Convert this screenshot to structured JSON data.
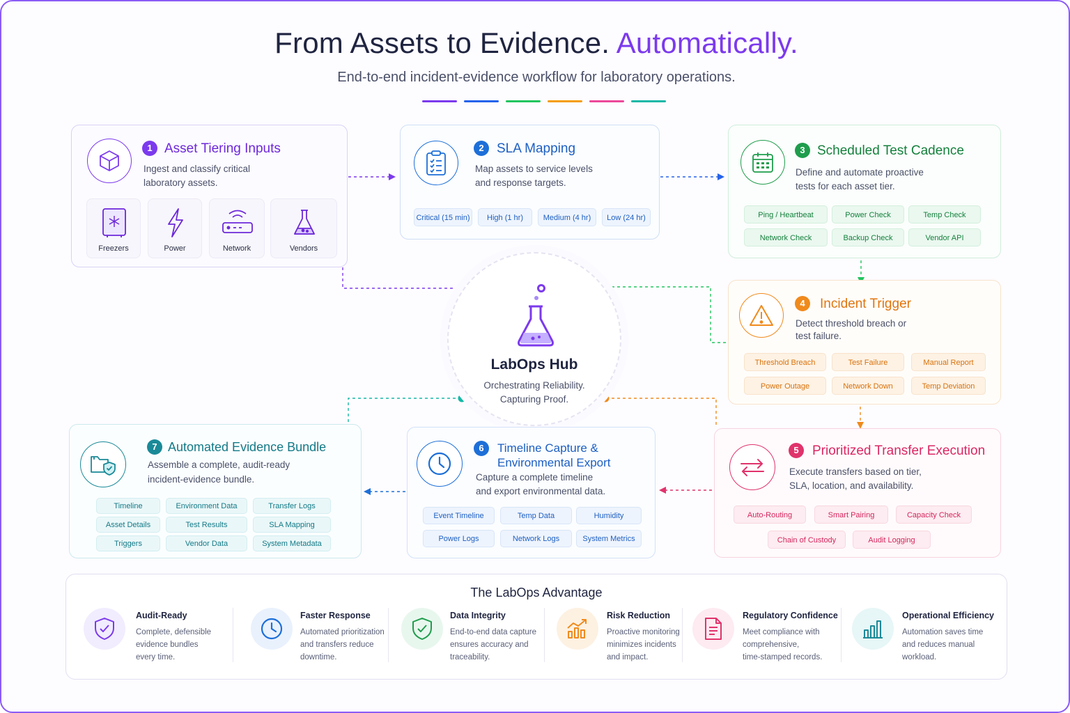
{
  "header": {
    "title_main": "From Assets to Evidence.",
    "title_accent": "Automatically.",
    "subtitle": "End-to-end incident-evidence workflow for laboratory operations.",
    "swatch_colors": [
      "#7c3aed",
      "#2563eb",
      "#22c55e",
      "#f59e0b",
      "#ec4899",
      "#14b8a6"
    ]
  },
  "colors": {
    "purple": "#7c3aed",
    "blue": "#1d6fd8",
    "green": "#1f9d4c",
    "orange": "#f08a1c",
    "pink": "#e0336c",
    "teal": "#1a8a98"
  },
  "hub": {
    "icon": "flask-icon",
    "title": "LabOps Hub",
    "line1": "Orchestrating Reliability.",
    "line2": "Capturing Proof."
  },
  "steps": {
    "asset_tiering": {
      "number": "1",
      "title": "Asset Tiering Inputs",
      "desc_line1": "Ingest and classify critical",
      "desc_line2": "laboratory assets.",
      "icon": "cube-icon",
      "tiles": [
        {
          "label": "Freezers",
          "icon": "freezer-icon"
        },
        {
          "label": "Power",
          "icon": "bolt-icon"
        },
        {
          "label": "Network",
          "icon": "router-icon"
        },
        {
          "label": "Vendors",
          "icon": "flask-icon"
        }
      ]
    },
    "sla_mapping": {
      "number": "2",
      "title": "SLA Mapping",
      "desc_line1": "Map assets to service levels",
      "desc_line2": "and response targets.",
      "icon": "clipboard-icon",
      "chips": [
        "Critical (15 min)",
        "High (1 hr)",
        "Medium (4 hr)",
        "Low (24 hr)"
      ]
    },
    "test_cadence": {
      "number": "3",
      "title": "Scheduled Test Cadence",
      "desc_line1": "Define and automate proactive",
      "desc_line2": "tests for each asset tier.",
      "icon": "calendar-icon",
      "chips": [
        "Ping / Heartbeat",
        "Power Check",
        "Temp Check",
        "Network Check",
        "Backup Check",
        "Vendor API"
      ]
    },
    "incident_trigger": {
      "number": "4",
      "title": "Incident Trigger",
      "desc_line1": "Detect threshold breach or",
      "desc_line2": "test failure.",
      "icon": "warning-icon",
      "chips": [
        "Threshold Breach",
        "Test Failure",
        "Manual Report",
        "Power Outage",
        "Network Down",
        "Temp Deviation"
      ]
    },
    "transfer_execution": {
      "number": "5",
      "title": "Prioritized Transfer Execution",
      "desc_line1": "Execute transfers based on tier,",
      "desc_line2": "SLA, location, and availability.",
      "icon": "transfer-arrows-icon",
      "chips": [
        "Auto-Routing",
        "Smart Pairing",
        "Capacity Check",
        "Chain of Custody",
        "Audit Logging"
      ]
    },
    "timeline_capture": {
      "number": "6",
      "title_line1": "Timeline Capture &",
      "title_line2": "Environmental Export",
      "desc_line1": "Capture a complete timeline",
      "desc_line2": "and export environmental data.",
      "icon": "clock-icon",
      "chips": [
        "Event Timeline",
        "Temp Data",
        "Humidity",
        "Power Logs",
        "Network Logs",
        "System Metrics"
      ]
    },
    "evidence_bundle": {
      "number": "7",
      "title": "Automated Evidence Bundle",
      "desc_line1": "Assemble a complete, audit-ready",
      "desc_line2": "incident-evidence bundle.",
      "icon": "folder-shield-icon",
      "chips": [
        "Timeline",
        "Environment Data",
        "Transfer Logs",
        "Asset Details",
        "Test Results",
        "SLA Mapping",
        "Triggers",
        "Vendor Data",
        "System Metadata"
      ]
    }
  },
  "advantage": {
    "title": "The LabOps Advantage",
    "items": [
      {
        "title": "Audit-Ready",
        "lines": [
          "Complete, defensible",
          "evidence bundles",
          "every time."
        ],
        "icon": "shield-check-icon"
      },
      {
        "title": "Faster Response",
        "lines": [
          "Automated prioritization",
          "and transfers reduce",
          "downtime."
        ],
        "icon": "clock-icon"
      },
      {
        "title": "Data Integrity",
        "lines": [
          "End-to-end data capture",
          "ensures accuracy and",
          "traceability."
        ],
        "icon": "shield-check-icon"
      },
      {
        "title": "Risk Reduction",
        "lines": [
          "Proactive monitoring",
          "minimizes incidents",
          "and impact."
        ],
        "icon": "chart-trend-icon"
      },
      {
        "title": "Regulatory Confidence",
        "lines": [
          "Meet compliance with",
          "comprehensive,",
          "time-stamped records."
        ],
        "icon": "document-icon"
      },
      {
        "title": "Operational Efficiency",
        "lines": [
          "Automation saves time",
          "and reduces manual",
          "workload."
        ],
        "icon": "bar-chart-icon"
      }
    ]
  }
}
